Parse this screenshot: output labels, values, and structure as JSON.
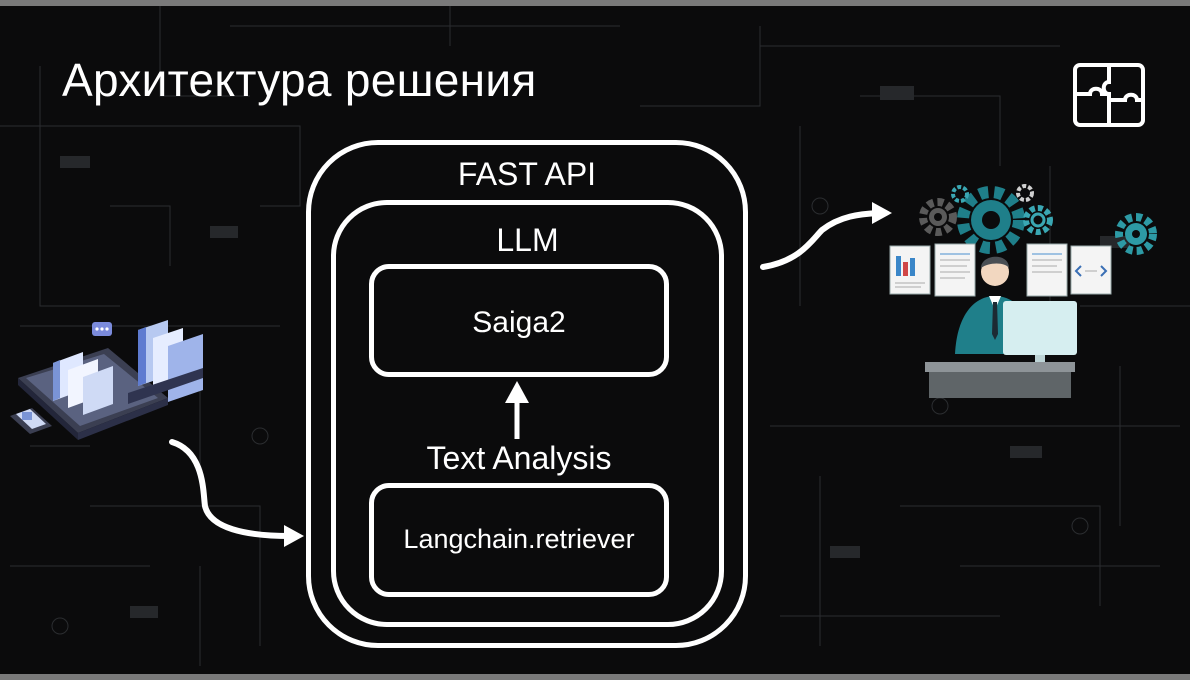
{
  "slide": {
    "title": "Архитектура решения"
  },
  "diagram": {
    "outer_label": "FAST API",
    "middle_label": "LLM",
    "model_label": "Saiga2",
    "analysis_label": "Text Analysis",
    "retriever_label": "Langchain.retriever"
  },
  "icons": {
    "puzzle": "puzzle-icon",
    "data_source": "data-storage-illustration",
    "user": "business-user-illustration"
  },
  "colors": {
    "background": "#0b0b0c",
    "foreground": "#ffffff",
    "accent": "#2d9aa5"
  }
}
